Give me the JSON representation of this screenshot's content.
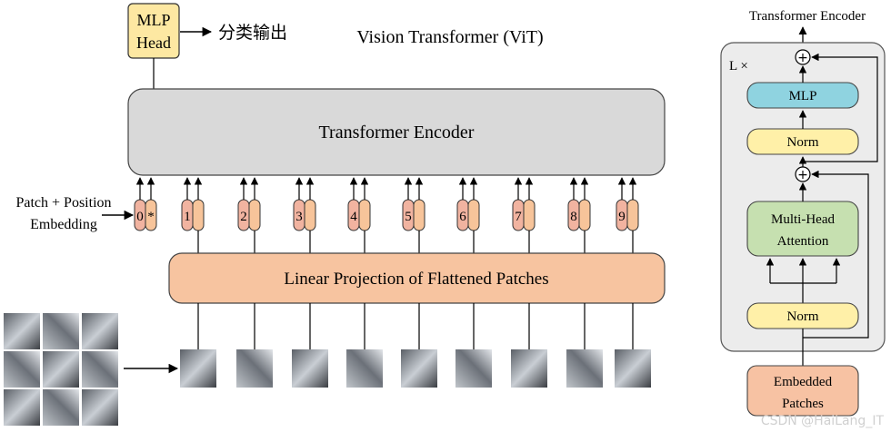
{
  "title": "Vision Transformer (ViT)",
  "mlp_head": {
    "line1": "MLP",
    "line2": "Head"
  },
  "output_label": "分类输出",
  "encoder_label": "Transformer Encoder",
  "patch_embedding_label": {
    "line1": "Patch + Position",
    "line2": "Embedding"
  },
  "linear_projection_label": "Linear Projection of Flattened Patches",
  "tokens": [
    "0",
    "1",
    "2",
    "3",
    "4",
    "5",
    "6",
    "7",
    "8",
    "9"
  ],
  "class_token_marker": "*",
  "encoder_block": {
    "title": "Transformer Encoder",
    "repeat_label": "L ×",
    "mlp_label": "MLP",
    "norm_top_label": "Norm",
    "attention_line1": "Multi-Head",
    "attention_line2": "Attention",
    "norm_bottom_label": "Norm",
    "embedded_line1": "Embedded",
    "embedded_line2": "Patches",
    "add_symbol": "+"
  },
  "watermark": "CSDN @HaiLang_IT",
  "colors": {
    "mlp_head_fill": "#fde8a2",
    "encoder_fill": "#d9d9d9",
    "projection_fill": "#f7c4a0",
    "token_fill": "#f1b3a0",
    "token_embed_fill": "#f7c49a",
    "norm_fill": "#fff0a8",
    "mlp_fill": "#8fd3e0",
    "attention_fill": "#c6e0b0",
    "embedded_fill": "#f7c2a3",
    "block_bg": "#ececec"
  }
}
